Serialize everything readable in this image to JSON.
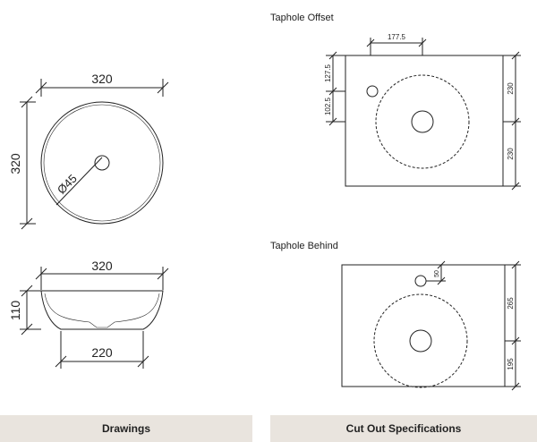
{
  "left": {
    "top_view": {
      "width_label": "320",
      "height_label": "320",
      "waste_label": "Ø45"
    },
    "side_view": {
      "width_label": "320",
      "height_label": "110",
      "base_label": "220"
    }
  },
  "right": {
    "offset": {
      "title": "Taphole Offset",
      "dims": {
        "horizontal": "177.5",
        "top": "127.5",
        "mid": "102.5",
        "right_upper": "230",
        "right_lower": "230"
      }
    },
    "behind": {
      "title": "Taphole Behind",
      "dims": {
        "tap": "50",
        "right_upper": "265",
        "right_lower": "195"
      }
    }
  },
  "footer": {
    "left_label": "Drawings",
    "right_label": "Cut Out Specifications"
  },
  "colors": {
    "line": "#222222",
    "footer_bg": "#e9e4de"
  }
}
